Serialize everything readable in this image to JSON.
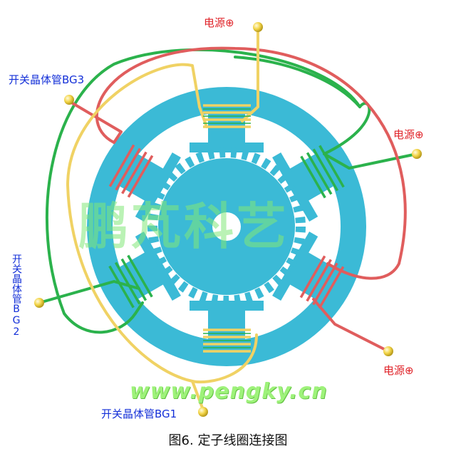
{
  "labels": {
    "power_top": "电源⊕",
    "power_right_top": "电源⊕",
    "power_right_bottom": "电源⊕",
    "bg3": "开关晶体管BG3",
    "bg2": "开关晶体管BG2",
    "bg1": "开关晶体管BG1"
  },
  "watermark": {
    "url": "www.pengky.cn",
    "brand": "鹏芃科艺"
  },
  "caption": "图6. 定子线圈连接图",
  "colors": {
    "stator": "#3bbad6",
    "red_wire": "#e05d5d",
    "green_wire": "#2bb24c",
    "yellow_wire": "#f0d264",
    "terminal": "#f3d548",
    "label_red": "#e0242a",
    "label_blue": "#1430d8"
  }
}
